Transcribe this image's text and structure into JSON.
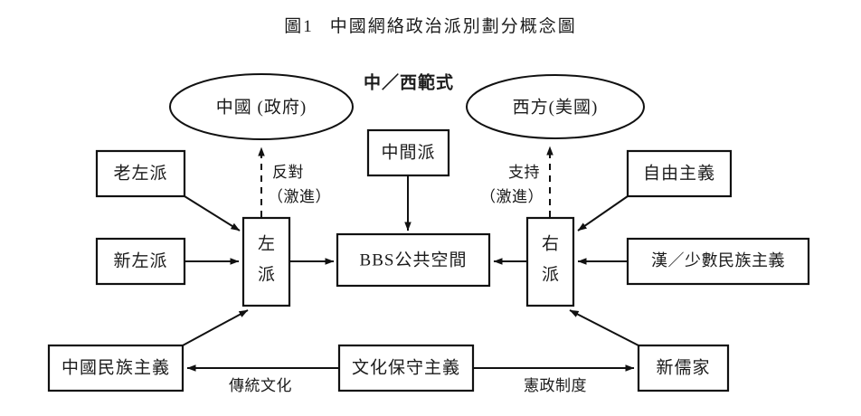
{
  "figure": {
    "number": "圖1",
    "title": "中國網絡政治派別劃分概念圖",
    "paradigm_label": "中／西範式"
  },
  "nodes": {
    "china_gov": {
      "label": "中國 (政府)",
      "shape": "ellipse"
    },
    "west_usa": {
      "label": "西方(美國)",
      "shape": "ellipse"
    },
    "old_left": {
      "label": "老左派",
      "shape": "box"
    },
    "new_left": {
      "label": "新左派",
      "shape": "box"
    },
    "left_wing": {
      "label": "左派",
      "shape": "box-vertical",
      "char1": "左",
      "char2": "派"
    },
    "centrist": {
      "label": "中間派",
      "shape": "box"
    },
    "bbs": {
      "label": "BBS公共空間",
      "shape": "box"
    },
    "right_wing": {
      "label": "右派",
      "shape": "box-vertical",
      "char1": "右",
      "char2": "派"
    },
    "liberalism": {
      "label": "自由主義",
      "shape": "box"
    },
    "han_minority": {
      "label": "漢／少數民族主義",
      "shape": "box"
    },
    "chinese_nationalism": {
      "label": "中國民族主義",
      "shape": "box"
    },
    "cultural_conservatism": {
      "label": "文化保守主義",
      "shape": "box"
    },
    "new_confucianism": {
      "label": "新儒家",
      "shape": "box"
    }
  },
  "edge_labels": {
    "oppose": {
      "line1": "反對",
      "line2": "（激進）"
    },
    "support": {
      "line1": "支持",
      "line2": "（激進）"
    },
    "traditional_culture": "傳統文化",
    "constitutional_system": "憲政制度"
  },
  "colors": {
    "stroke": "#111111",
    "text": "#1b1b1b",
    "background": "#ffffff"
  }
}
